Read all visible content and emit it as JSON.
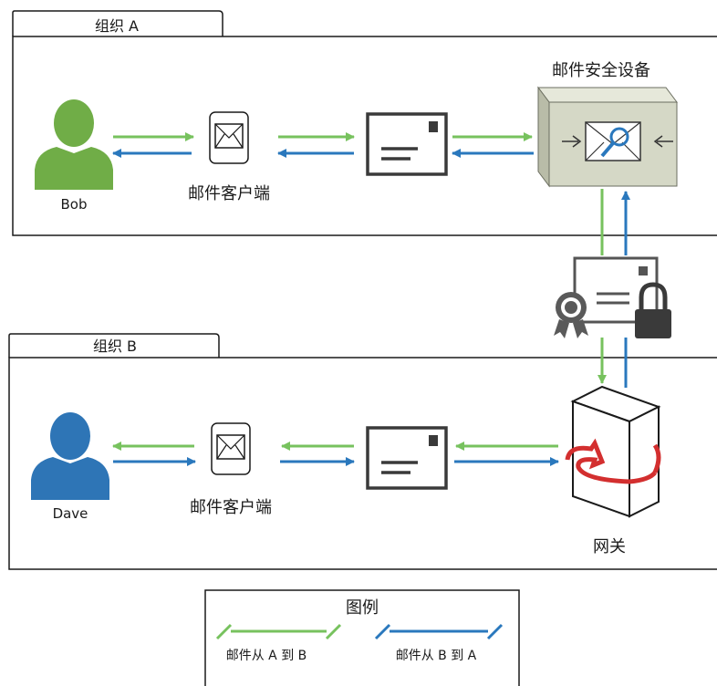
{
  "org_a": {
    "tab_label": "组织 A"
  },
  "org_b": {
    "tab_label": "组织 B"
  },
  "bob": {
    "name": "Bob"
  },
  "dave": {
    "name": "Dave"
  },
  "org_a_client": {
    "label": "邮件客户端"
  },
  "org_b_client": {
    "label": "邮件客户端"
  },
  "security_appliance": {
    "label": "邮件安全设备"
  },
  "gateway": {
    "label": "网关"
  },
  "legend": {
    "title": "图例",
    "a_to_b": "邮件从 A 到 B",
    "b_to_a": "邮件从 B 到 A"
  },
  "colors": {
    "a_to_b": "#77c25e",
    "b_to_a": "#2a78bd",
    "bob": "#70ad47",
    "dave": "#2e75b6",
    "appliance": "#d5d8c6"
  },
  "icons": [
    "person-icon",
    "envelope-icon",
    "letter-icon",
    "magnifier-icon",
    "certificate-icon",
    "padlock-icon",
    "server-icon"
  ]
}
